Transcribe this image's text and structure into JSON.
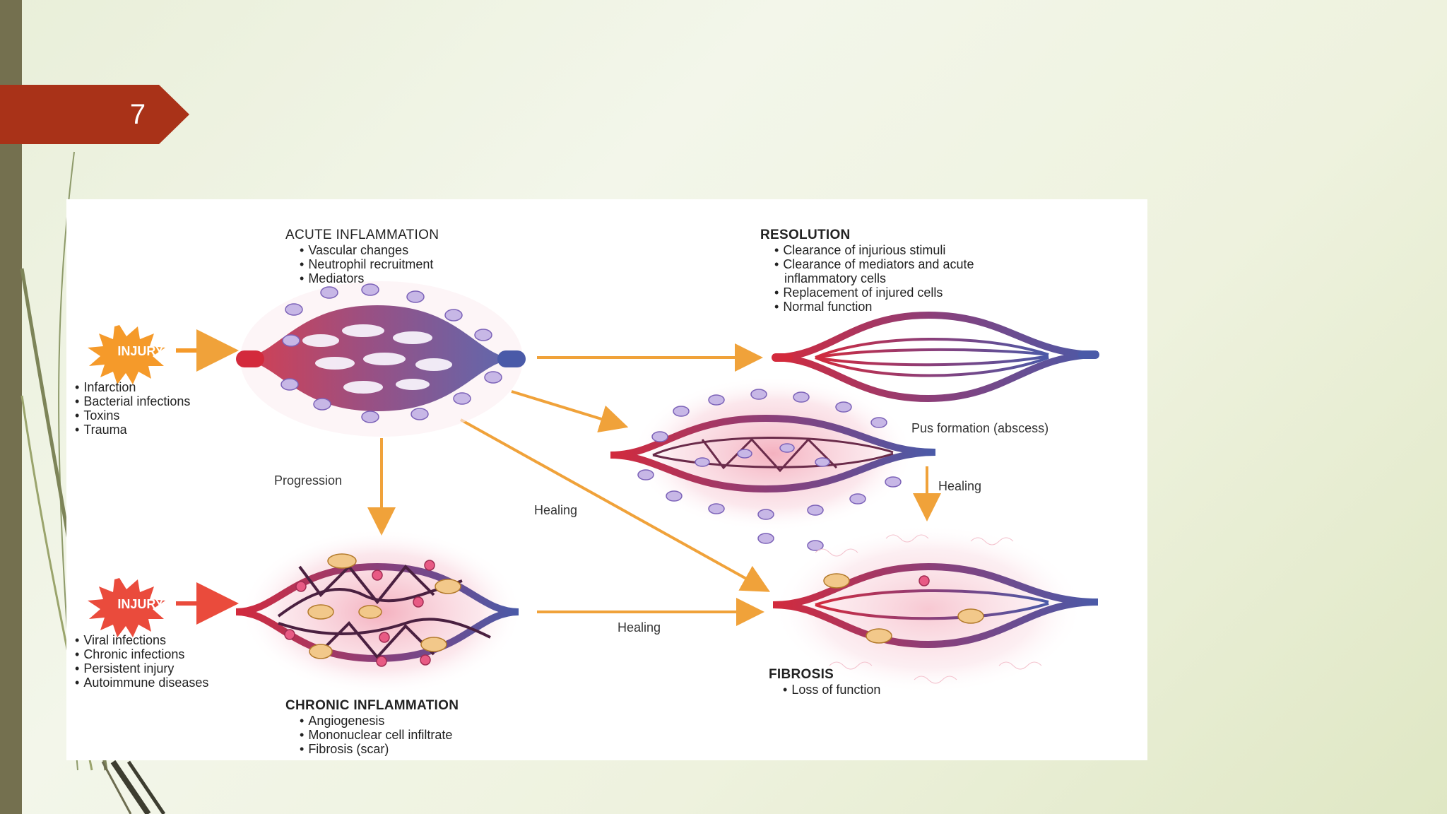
{
  "slide": {
    "number": "7"
  },
  "colors": {
    "accent_tag": "#a93218",
    "side_bar": "#74704f",
    "arrow": "#f0a23a",
    "artery": "#d32a3c",
    "vein": "#4a5aa8",
    "cell": "#b9a9dc",
    "injury_orange": "#f59a2a",
    "injury_red": "#ea4b3c"
  },
  "diagram": {
    "acute": {
      "title": "ACUTE INFLAMMATION",
      "items": [
        "Vascular changes",
        "Neutrophil recruitment",
        "Mediators"
      ]
    },
    "resolution": {
      "title": "RESOLUTION",
      "items": [
        "Clearance of injurious stimuli",
        "Clearance of mediators and acute",
        "inflammatory cells",
        "Replacement of injured cells",
        "Normal function"
      ]
    },
    "injury_top": {
      "label": "INJURY",
      "causes": [
        "Infarction",
        "Bacterial infections",
        "Toxins",
        "Trauma"
      ]
    },
    "injury_bottom": {
      "label": "INJURY",
      "causes": [
        "Viral infections",
        "Chronic infections",
        "Persistent injury",
        "Autoimmune diseases"
      ]
    },
    "abscess": {
      "label": "Pus formation (abscess)"
    },
    "arrows": {
      "progression": "Progression",
      "healing_diag": "Healing",
      "healing_abscess": "Healing",
      "healing_chronic": "Healing"
    },
    "fibrosis": {
      "title": "FIBROSIS",
      "items": [
        "Loss of function"
      ]
    },
    "chronic": {
      "title": "CHRONIC INFLAMMATION",
      "items": [
        "Angiogenesis",
        "Mononuclear cell infiltrate",
        "Fibrosis (scar)"
      ]
    }
  }
}
